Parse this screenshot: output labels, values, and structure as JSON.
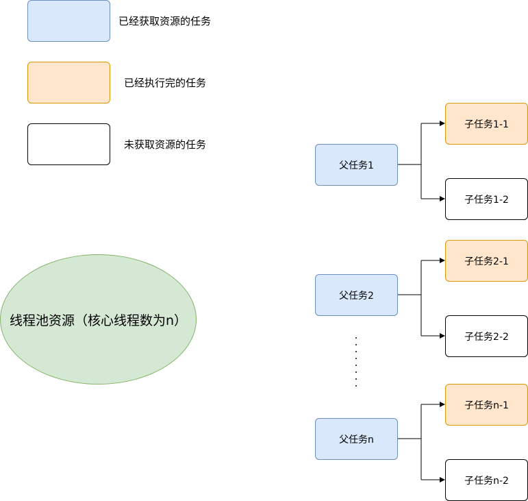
{
  "legend": {
    "acquired": "已经获取资源的任务",
    "completed": "已经执行完的任务",
    "not_acquired": "未获取资源的任务"
  },
  "pool": {
    "label": "线程池资源（核心线程数为n）"
  },
  "groups": [
    {
      "parent": "父任务1",
      "child_done": "子任务1-1",
      "child_waiting": "子任务1-2"
    },
    {
      "parent": "父任务2",
      "child_done": "子任务2-1",
      "child_waiting": "子任务2-2"
    },
    {
      "parent": "父任务n",
      "child_done": "子任务n-1",
      "child_waiting": "子任务n-2"
    }
  ],
  "colors": {
    "acquired_fill": "#dae8fc",
    "acquired_stroke": "#6c8ebf",
    "completed_fill": "#ffe6cc",
    "completed_stroke": "#d79b00",
    "pool_fill": "#d5e8d4",
    "pool_stroke": "#82b366"
  }
}
